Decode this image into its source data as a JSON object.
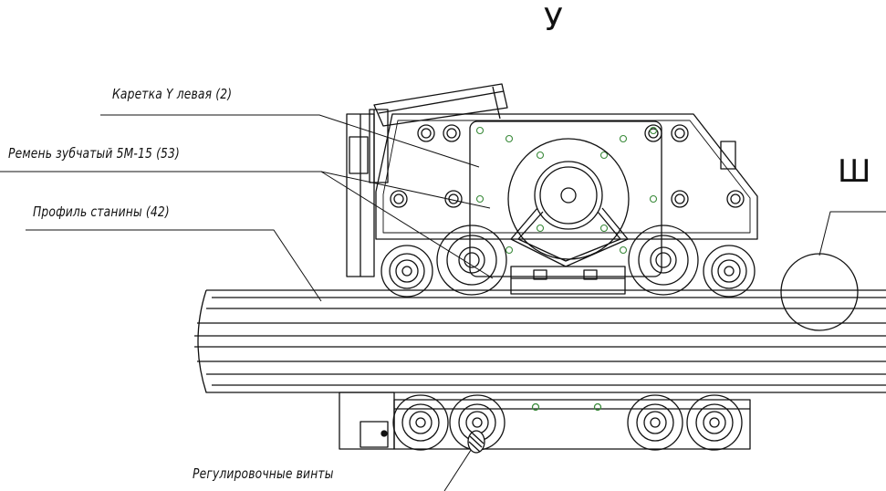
{
  "view_labels": {
    "top": "У",
    "right": "Ш"
  },
  "callouts": {
    "carriage": "Каретка  Y левая (2)",
    "belt": "Ремень зубчатый  5М-15 (53)",
    "profile": "Профиль станины (42)",
    "screws": "Регулировочные винты"
  }
}
